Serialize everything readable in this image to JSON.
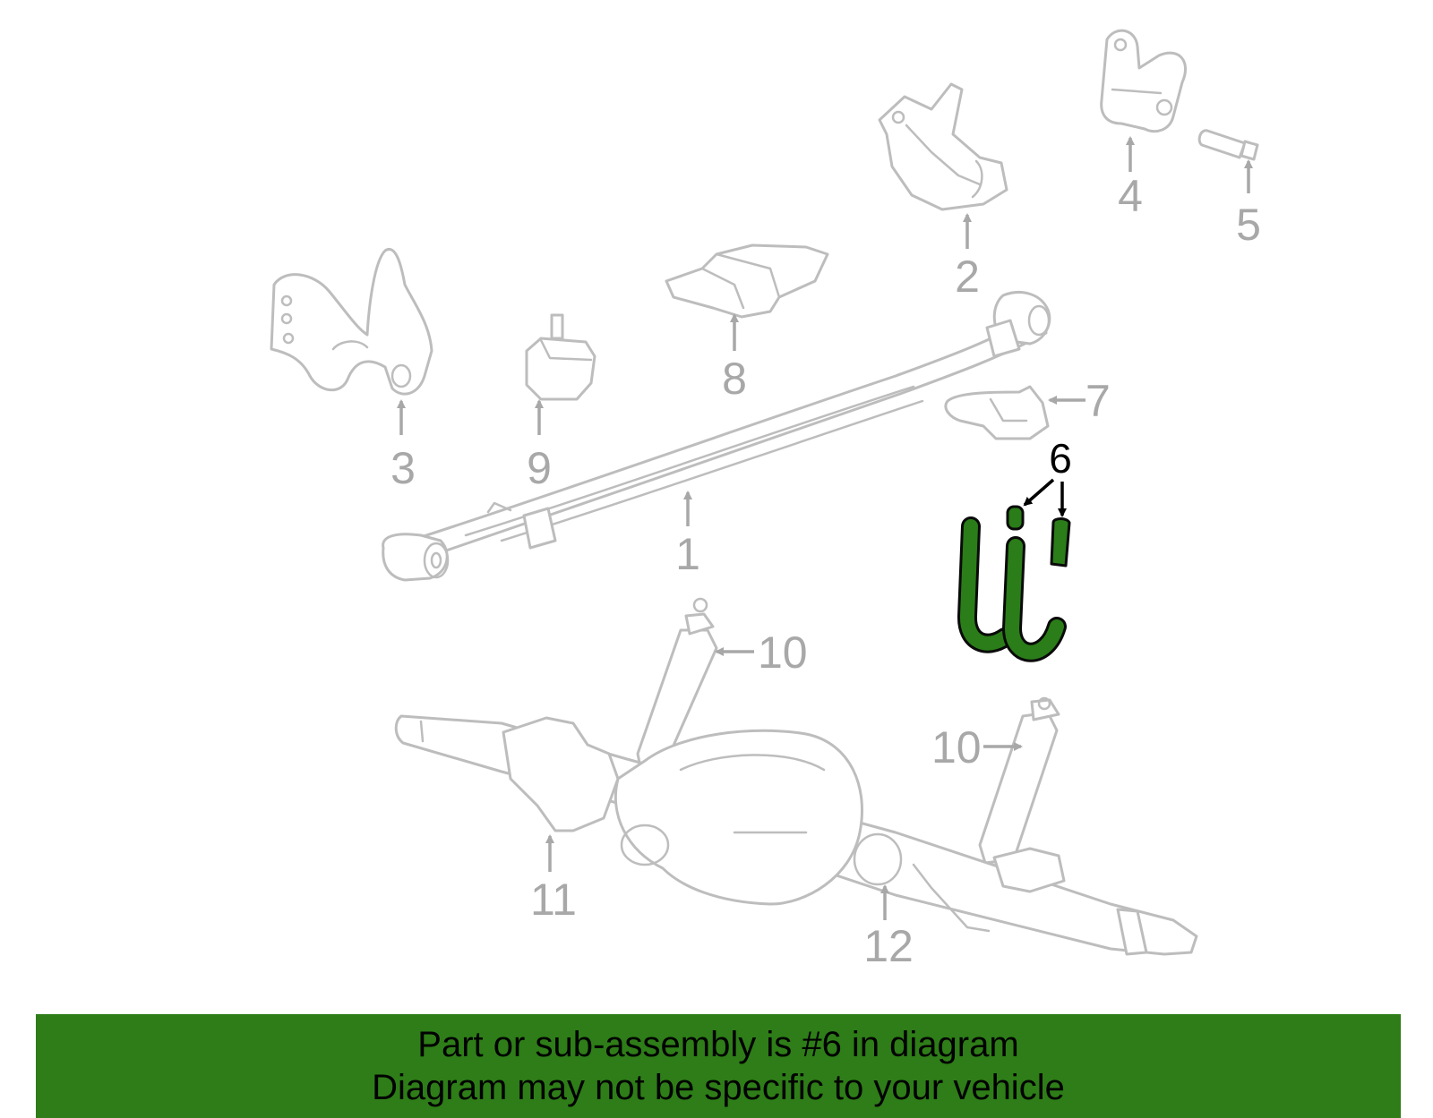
{
  "diagram": {
    "highlight_color": "#2e7d18",
    "line_color": "#bdbdbd",
    "callouts": [
      {
        "id": "c1",
        "label": "1"
      },
      {
        "id": "c2",
        "label": "2"
      },
      {
        "id": "c3",
        "label": "3"
      },
      {
        "id": "c4",
        "label": "4"
      },
      {
        "id": "c5",
        "label": "5"
      },
      {
        "id": "c6",
        "label": "6"
      },
      {
        "id": "c7",
        "label": "7"
      },
      {
        "id": "c8",
        "label": "8"
      },
      {
        "id": "c9",
        "label": "9"
      },
      {
        "id": "c10a",
        "label": "10"
      },
      {
        "id": "c10b",
        "label": "10"
      },
      {
        "id": "c11",
        "label": "11"
      },
      {
        "id": "c12",
        "label": "12"
      }
    ]
  },
  "banner": {
    "line1": "Part or sub-assembly is #6 in diagram",
    "line2": "Diagram may not be specific to your vehicle"
  }
}
